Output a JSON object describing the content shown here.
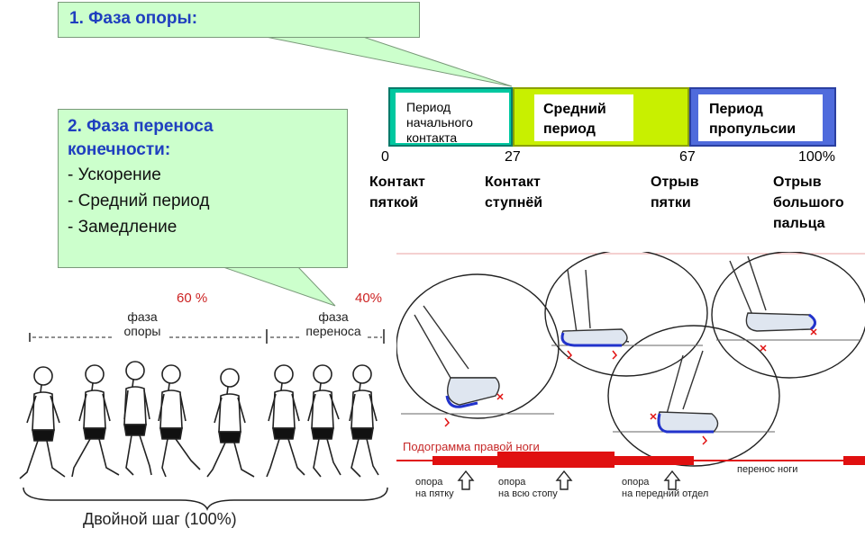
{
  "callout_stance": {
    "title": "1. Фаза опоры:"
  },
  "callout_swing": {
    "title_line1": "2. Фаза переноса",
    "title_line2": "конечности:",
    "items": [
      "- Ускорение",
      "- Средний период",
      "- Замедление"
    ]
  },
  "phase_bar": {
    "segments": [
      {
        "label_lines": [
          "Период",
          "начального",
          "контакта"
        ],
        "color": "#00c8a0"
      },
      {
        "label_lines": [
          "Средний",
          "период"
        ],
        "color": "#c8f000"
      },
      {
        "label_lines": [
          "Период",
          "пропульсии"
        ],
        "color": "#4f6bdc"
      }
    ],
    "ticks": [
      "0",
      "27",
      "67",
      "100%"
    ],
    "events": [
      {
        "lines": [
          "Контакт",
          "пяткой"
        ]
      },
      {
        "lines": [
          "Контакт",
          "ступнёй"
        ]
      },
      {
        "lines": [
          "Отрыв",
          "пятки"
        ]
      },
      {
        "lines": [
          "Отрыв",
          "большого",
          "пальца"
        ]
      }
    ]
  },
  "walking": {
    "stance_percent": "60 %",
    "swing_percent": "40%",
    "stance_label_lines": [
      "фаза",
      "опоры"
    ],
    "swing_label_lines": [
      "фаза",
      "переноса"
    ],
    "double_step": "Двойной шаг (100%)"
  },
  "podogram": {
    "title": "Подограмма правой ноги",
    "swing_label": "перенос ноги",
    "markers": [
      {
        "lines": [
          "опора",
          "на пятку"
        ]
      },
      {
        "lines": [
          "опора",
          "на всю стопу"
        ]
      },
      {
        "lines": [
          "опора",
          "на передний отдел"
        ]
      }
    ],
    "colors": {
      "accent": "#e01010",
      "foot_outline": "#2233cc"
    }
  }
}
